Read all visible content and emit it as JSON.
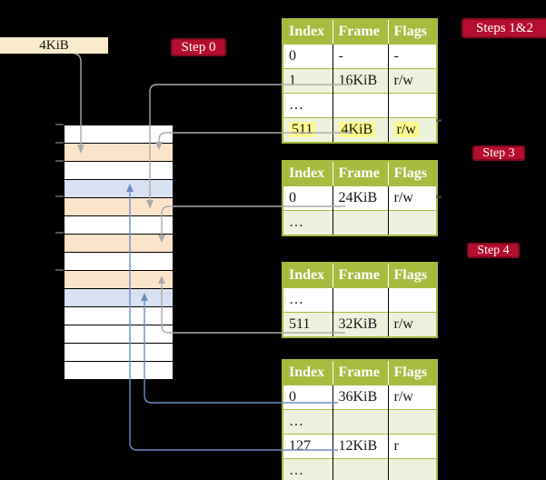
{
  "legend": {
    "label": "4KiB"
  },
  "badges": [
    {
      "id": "step-0",
      "label": "Step 0"
    },
    {
      "id": "steps-1-2",
      "label": "Steps 1&2"
    },
    {
      "id": "step-3",
      "label": "Step 3"
    },
    {
      "id": "step-4",
      "label": "Step 4"
    }
  ],
  "memory": {
    "rows": [
      "plain",
      "peach",
      "plain",
      "blue",
      "peach",
      "plain",
      "peach",
      "plain",
      "peach",
      "blue",
      "plain",
      "plain",
      "plain",
      "plain"
    ]
  },
  "tables": [
    {
      "name": "page-table-steps-1-2",
      "headers": [
        "Index",
        "Frame",
        "Flags"
      ],
      "rows": [
        {
          "cells": [
            "0",
            "-",
            "-"
          ],
          "shaded": false,
          "highlight": false
        },
        {
          "cells": [
            "1",
            "16KiB",
            "r/w"
          ],
          "shaded": true,
          "highlight": false
        },
        {
          "cells": [
            "…",
            "",
            ""
          ],
          "shaded": false,
          "highlight": false
        },
        {
          "cells": [
            "511",
            "4KiB",
            "r/w"
          ],
          "shaded": true,
          "highlight": true
        }
      ]
    },
    {
      "name": "page-table-step-3",
      "headers": [
        "Index",
        "Frame",
        "Flags"
      ],
      "rows": [
        {
          "cells": [
            "0",
            "24KiB",
            "r/w"
          ],
          "shaded": false,
          "highlight": false
        },
        {
          "cells": [
            "…",
            "",
            ""
          ],
          "shaded": true,
          "highlight": false
        }
      ]
    },
    {
      "name": "page-table-step-4",
      "headers": [
        "Index",
        "Frame",
        "Flags"
      ],
      "rows": [
        {
          "cells": [
            "…",
            "",
            ""
          ],
          "shaded": false,
          "highlight": false
        },
        {
          "cells": [
            "511",
            "32KiB",
            "r/w"
          ],
          "shaded": true,
          "highlight": false
        }
      ]
    },
    {
      "name": "page-table-final",
      "headers": [
        "Index",
        "Frame",
        "Flags"
      ],
      "rows": [
        {
          "cells": [
            "0",
            "36KiB",
            "r/w"
          ],
          "shaded": false,
          "highlight": false
        },
        {
          "cells": [
            "…",
            "",
            ""
          ],
          "shaded": true,
          "highlight": false
        },
        {
          "cells": [
            "127",
            "12KiB",
            "r"
          ],
          "shaded": false,
          "highlight": false
        },
        {
          "cells": [
            "…",
            "",
            ""
          ],
          "shaded": true,
          "highlight": false
        }
      ]
    }
  ],
  "colors": {
    "background": "#000000",
    "legend_bg": "#FAECCD",
    "badge_bg": "#B50D2E",
    "badge_border": "#85091F",
    "badge_text": "#FFFFFF",
    "table_header_bg": "#A6BC3F",
    "table_border": "#A6BC3F",
    "row_shaded": "#EDF2DE",
    "row_plain": "#FFFFFF",
    "highlight_yellow": "#FFFA8E",
    "mem_white": "#FFFFFF",
    "mem_peach": "#FCE4CB",
    "mem_blue": "#D9E2F3",
    "line_gray": "#ABABAB",
    "line_blue": "#6E8CC3"
  }
}
